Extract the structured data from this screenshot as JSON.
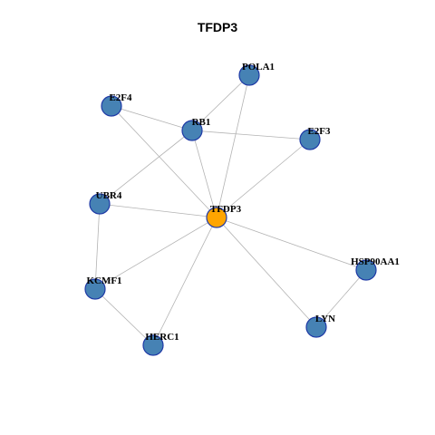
{
  "title": "TFDP3",
  "colors": {
    "center_node": "#FFA500",
    "neighbor_node": "#4682B4",
    "node_border": "#1F3AA6",
    "edge": "#B3B3B3"
  },
  "nodes": [
    {
      "id": "TFDP3",
      "label": "TFDP3",
      "role": "center"
    },
    {
      "id": "POLA1",
      "label": "POLA1",
      "role": "neighbor"
    },
    {
      "id": "E2F4",
      "label": "E2F4",
      "role": "neighbor"
    },
    {
      "id": "RB1",
      "label": "RB1",
      "role": "neighbor"
    },
    {
      "id": "E2F3",
      "label": "E2F3",
      "role": "neighbor"
    },
    {
      "id": "UBR4",
      "label": "UBR4",
      "role": "neighbor"
    },
    {
      "id": "HSP90AA1",
      "label": "HSP90AA1",
      "role": "neighbor"
    },
    {
      "id": "KCMF1",
      "label": "KCMF1",
      "role": "neighbor"
    },
    {
      "id": "LYN",
      "label": "LYN",
      "role": "neighbor"
    },
    {
      "id": "HERC1",
      "label": "HERC1",
      "role": "neighbor"
    }
  ],
  "edges": [
    [
      "TFDP3",
      "POLA1"
    ],
    [
      "TFDP3",
      "E2F4"
    ],
    [
      "TFDP3",
      "RB1"
    ],
    [
      "TFDP3",
      "E2F3"
    ],
    [
      "TFDP3",
      "UBR4"
    ],
    [
      "TFDP3",
      "HSP90AA1"
    ],
    [
      "TFDP3",
      "KCMF1"
    ],
    [
      "TFDP3",
      "LYN"
    ],
    [
      "TFDP3",
      "HERC1"
    ],
    [
      "POLA1",
      "RB1"
    ],
    [
      "E2F4",
      "RB1"
    ],
    [
      "RB1",
      "E2F3"
    ],
    [
      "RB1",
      "UBR4"
    ],
    [
      "UBR4",
      "KCMF1"
    ],
    [
      "KCMF1",
      "HERC1"
    ],
    [
      "HSP90AA1",
      "LYN"
    ]
  ]
}
